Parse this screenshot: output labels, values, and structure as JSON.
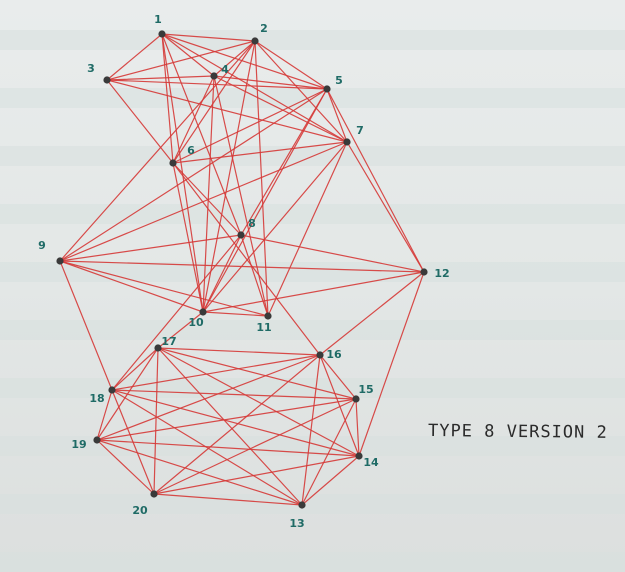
{
  "caption": "TYPE 8 VERSION 2",
  "colors": {
    "edge": "#d63a38",
    "node": "#3a3a3a",
    "label": "#1f6b66",
    "paper": "#e6e9e8",
    "stripe": "#d7e0df"
  },
  "nodes": [
    {
      "id": 1,
      "label": "1"
    },
    {
      "id": 2,
      "label": "2"
    },
    {
      "id": 3,
      "label": "3"
    },
    {
      "id": 4,
      "label": "4"
    },
    {
      "id": 5,
      "label": "5"
    },
    {
      "id": 6,
      "label": "6"
    },
    {
      "id": 7,
      "label": "7"
    },
    {
      "id": 8,
      "label": "8"
    },
    {
      "id": 9,
      "label": "9"
    },
    {
      "id": 10,
      "label": "10"
    },
    {
      "id": 11,
      "label": "11"
    },
    {
      "id": 12,
      "label": "12"
    },
    {
      "id": 13,
      "label": "13"
    },
    {
      "id": 14,
      "label": "14"
    },
    {
      "id": 15,
      "label": "15"
    },
    {
      "id": 16,
      "label": "16"
    },
    {
      "id": 17,
      "label": "17"
    },
    {
      "id": 18,
      "label": "18"
    },
    {
      "id": 19,
      "label": "19"
    },
    {
      "id": 20,
      "label": "20"
    }
  ],
  "edges": [
    [
      1,
      2
    ],
    [
      1,
      3
    ],
    [
      1,
      4
    ],
    [
      1,
      5
    ],
    [
      1,
      7
    ],
    [
      1,
      6
    ],
    [
      1,
      10
    ],
    [
      1,
      8
    ],
    [
      2,
      3
    ],
    [
      2,
      4
    ],
    [
      2,
      5
    ],
    [
      2,
      7
    ],
    [
      2,
      6
    ],
    [
      2,
      9
    ],
    [
      2,
      10
    ],
    [
      2,
      11
    ],
    [
      3,
      4
    ],
    [
      3,
      5
    ],
    [
      3,
      7
    ],
    [
      3,
      6
    ],
    [
      4,
      5
    ],
    [
      4,
      7
    ],
    [
      4,
      6
    ],
    [
      4,
      11
    ],
    [
      4,
      10
    ],
    [
      5,
      7
    ],
    [
      5,
      6
    ],
    [
      5,
      9
    ],
    [
      5,
      10
    ],
    [
      5,
      12
    ],
    [
      5,
      8
    ],
    [
      6,
      7
    ],
    [
      6,
      8
    ],
    [
      6,
      10
    ],
    [
      6,
      16
    ],
    [
      7,
      9
    ],
    [
      7,
      10
    ],
    [
      7,
      11
    ],
    [
      7,
      12
    ],
    [
      8,
      9
    ],
    [
      8,
      10
    ],
    [
      8,
      11
    ],
    [
      8,
      12
    ],
    [
      8,
      18
    ],
    [
      9,
      10
    ],
    [
      9,
      11
    ],
    [
      9,
      12
    ],
    [
      9,
      18
    ],
    [
      10,
      11
    ],
    [
      10,
      12
    ],
    [
      10,
      17
    ],
    [
      12,
      14
    ],
    [
      12,
      16
    ],
    [
      13,
      14
    ],
    [
      13,
      15
    ],
    [
      13,
      16
    ],
    [
      13,
      17
    ],
    [
      13,
      18
    ],
    [
      13,
      19
    ],
    [
      13,
      20
    ],
    [
      14,
      15
    ],
    [
      14,
      16
    ],
    [
      14,
      17
    ],
    [
      14,
      18
    ],
    [
      14,
      19
    ],
    [
      14,
      20
    ],
    [
      15,
      16
    ],
    [
      15,
      17
    ],
    [
      15,
      18
    ],
    [
      15,
      19
    ],
    [
      15,
      20
    ],
    [
      16,
      17
    ],
    [
      16,
      18
    ],
    [
      16,
      19
    ],
    [
      16,
      20
    ],
    [
      17,
      18
    ],
    [
      17,
      19
    ],
    [
      17,
      20
    ],
    [
      18,
      19
    ],
    [
      18,
      20
    ],
    [
      19,
      20
    ]
  ]
}
